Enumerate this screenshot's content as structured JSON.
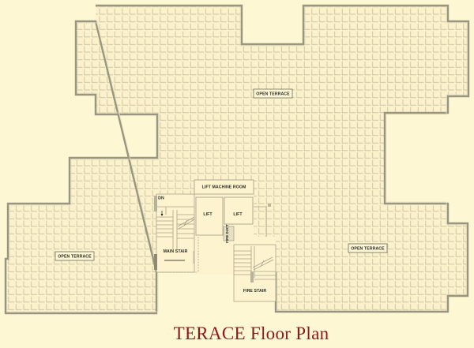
{
  "title": "TERACE Floor Plan",
  "colors": {
    "background": "#fef7d3",
    "floor_fill": "#fbf2cc",
    "tile_line": "#c9c2a0",
    "wall": "#9a9580",
    "core_fill": "#fdf4cf",
    "label_text": "#2b2b22",
    "title_text": "#8b1a1a"
  },
  "labels": {
    "open_terrace_top": "OPEN TERRACE",
    "open_terrace_left": "OPEN TERRACE",
    "open_terrace_right": "OPEN TERRACE",
    "lift_machine_room": "LIFT MACHINE ROOM",
    "lift_1": "LIFT",
    "lift_2": "LIFT",
    "fire_duct": "FIRE DUCT",
    "dn": "DN",
    "main_stair": "MAIN STAIR",
    "fire_stair": "FIRE STAIR"
  }
}
